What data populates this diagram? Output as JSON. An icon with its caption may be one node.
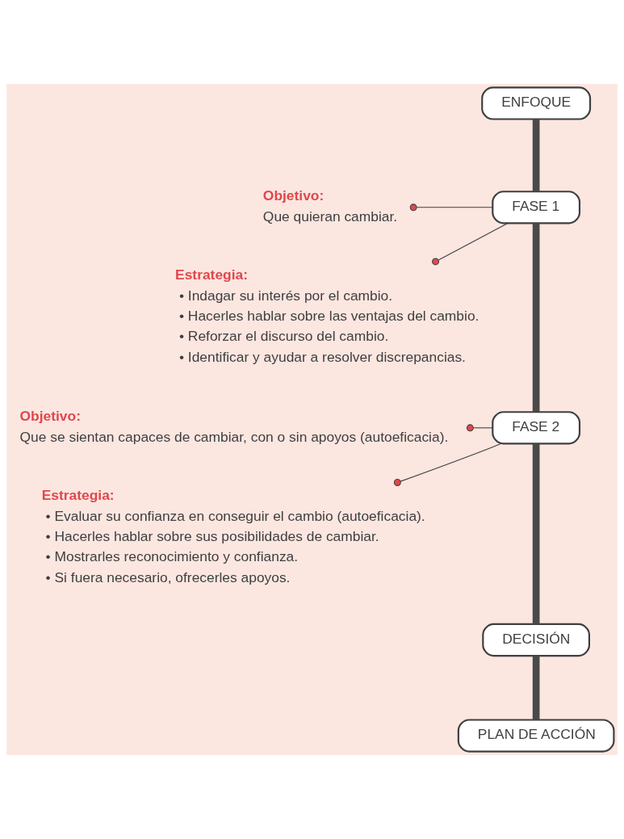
{
  "diagram": {
    "nodes": [
      {
        "text": [
          "ENFOQUE"
        ]
      },
      {
        "text": [
          "FASE 1"
        ]
      },
      {
        "text": [
          "Objetivo:",
          "Que quieran cambiar."
        ]
      },
      {
        "text": [
          "Estrategia:",
          "• Indagar su interés por el cambio.",
          "• Hacerles hablar sobre las ventajas del cambio.",
          "• Reforzar el discurso del cambio.",
          "• Identificar y ayudar a resolver discrepancias."
        ]
      },
      {
        "text": [
          "FASE 2"
        ]
      },
      {
        "text": [
          "Objetivo:",
          "Que se sientan capaces de cambiar, con o sin apoyos (autoeficacia)."
        ]
      },
      {
        "text": [
          "Estrategia:",
          "• Evaluar su confianza en conseguir el cambio (autoeficacia).",
          "• Hacerles hablar sobre sus posibilidades de cambiar.",
          "• Mostrarles reconocimiento y confianza.",
          "• Si fuera necesario, ofrecerles apoyos."
        ]
      },
      {
        "text": [
          "DECISIÓN"
        ]
      },
      {
        "text": [
          "PLAN DE ACCIÓN"
        ]
      }
    ],
    "edges": [
      {
        "from": 0,
        "to": 1,
        "arrow": "none",
        "style": "thick"
      },
      {
        "from": 1,
        "to": 2,
        "arrow": "other"
      },
      {
        "from": 1,
        "to": 3,
        "arrow": "other"
      },
      {
        "from": 1,
        "to": 4,
        "arrow": "none",
        "style": "thick"
      },
      {
        "from": 4,
        "to": 5,
        "arrow": "other"
      },
      {
        "from": 4,
        "to": 6,
        "arrow": "other"
      },
      {
        "from": 4,
        "to": 7,
        "arrow": "none",
        "style": "thick"
      },
      {
        "from": 7,
        "to": 8,
        "arrow": "none",
        "style": "thick"
      }
    ]
  }
}
